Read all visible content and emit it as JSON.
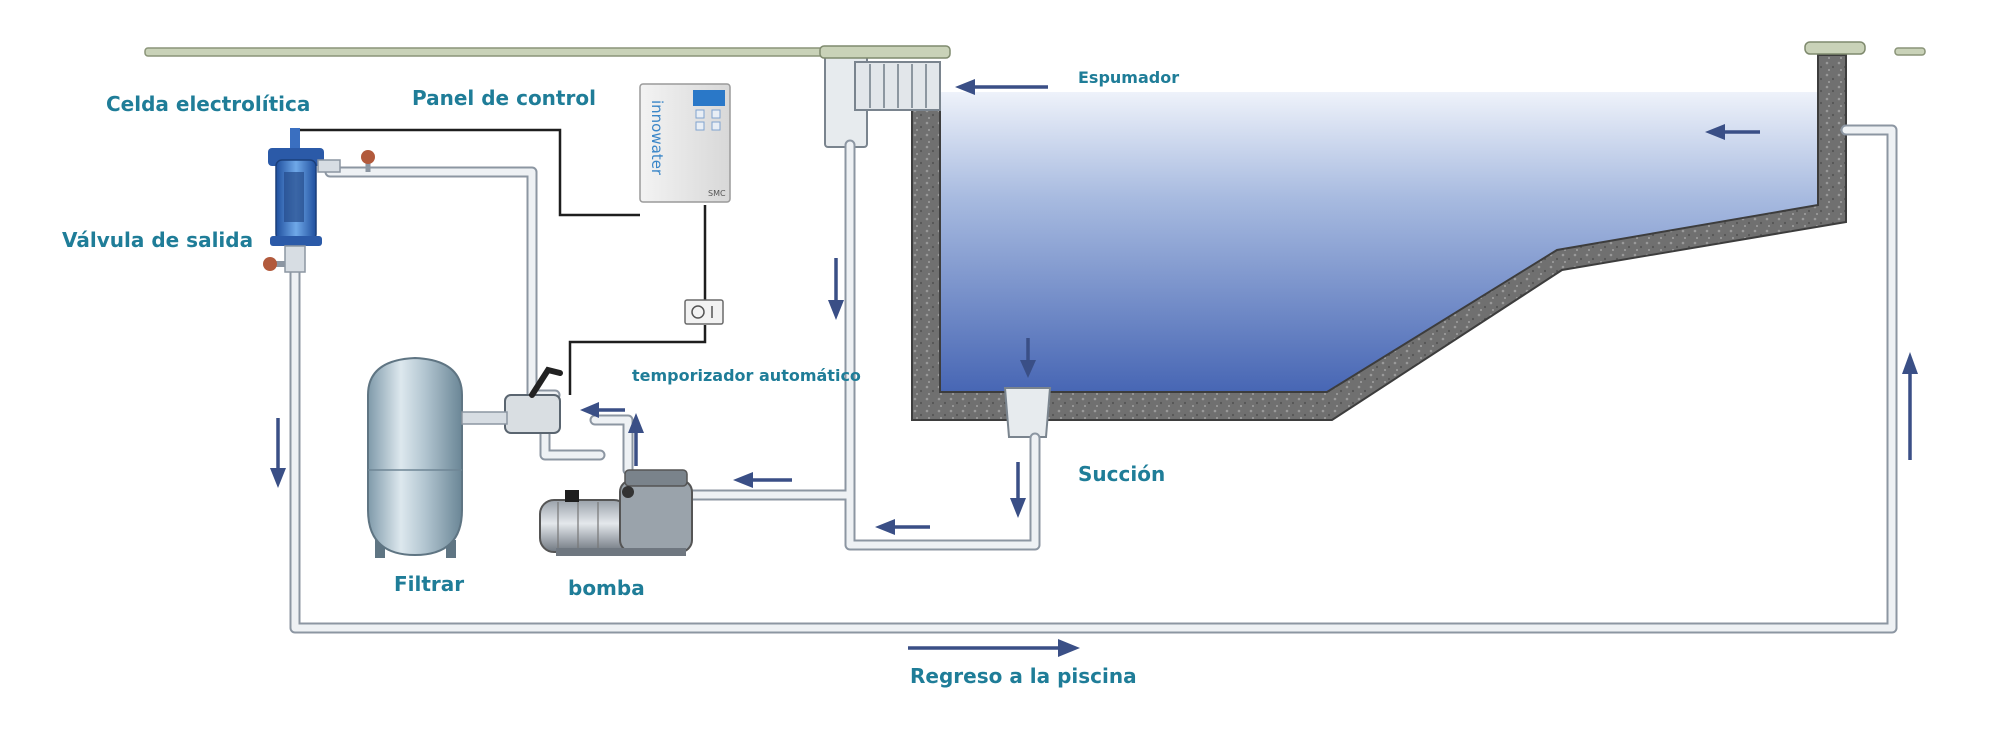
{
  "diagram": {
    "labels": {
      "electrolytic_cell": "Celda electrolítica",
      "control_panel": "Panel de control",
      "outlet_valve": "Válvula de salida",
      "timer": "temporizador automático",
      "filter": "Filtrar",
      "pump": "bomba",
      "skimmer": "Espumador",
      "suction": "Succión",
      "return": "Regreso a la piscina"
    },
    "device": {
      "brand": "innowater",
      "model": "SMC"
    },
    "colors": {
      "label": "#1f7d98",
      "pipe": "#dfe3e8",
      "pipe_outline": "#8c96a2",
      "arrow": "#3a4f86",
      "water_top": "#e9eef8",
      "water_bottom": "#4a67b5",
      "concrete": "#6d6d6d"
    }
  }
}
